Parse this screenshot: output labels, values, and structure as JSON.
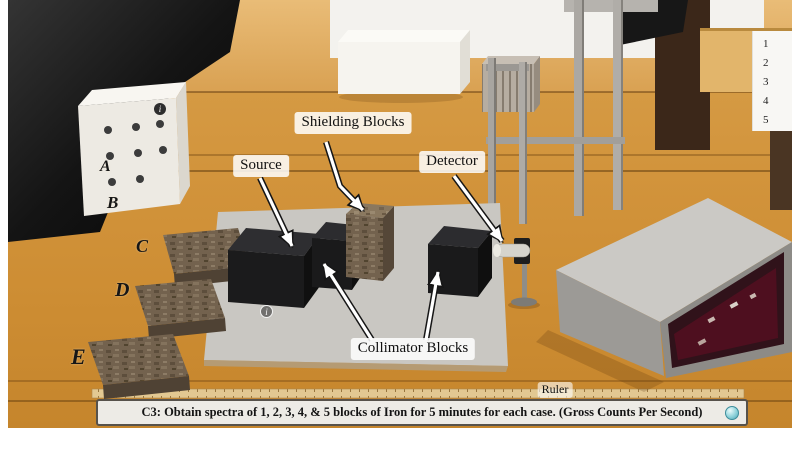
{
  "scene": {
    "annotations": {
      "shielding_blocks_label": "Shielding Blocks",
      "source_label": "Source",
      "detector_label": "Detector",
      "collimator_blocks_label": "Collimator Blocks",
      "ruler_label": "Ruler"
    },
    "position_markers": [
      "A",
      "B",
      "C",
      "D",
      "E"
    ],
    "count_panel_items": [
      "1",
      "2",
      "3",
      "4",
      "5"
    ],
    "info_icon_glyph": "i"
  },
  "status_bar": {
    "instruction": "C3: Obtain spectra of 1, 2, 3, 4, & 5 blocks of Iron for 5 minutes for each case. (Gross Counts Per Second)"
  },
  "colors": {
    "table_wood": "#d2943c",
    "mat_gray": "#c9c7c2",
    "block_black": "#1b1b1c",
    "shield_brown": "#73624e",
    "status_bar_bg": "#edebe6",
    "info_orb_teal": "#8ed2da"
  }
}
